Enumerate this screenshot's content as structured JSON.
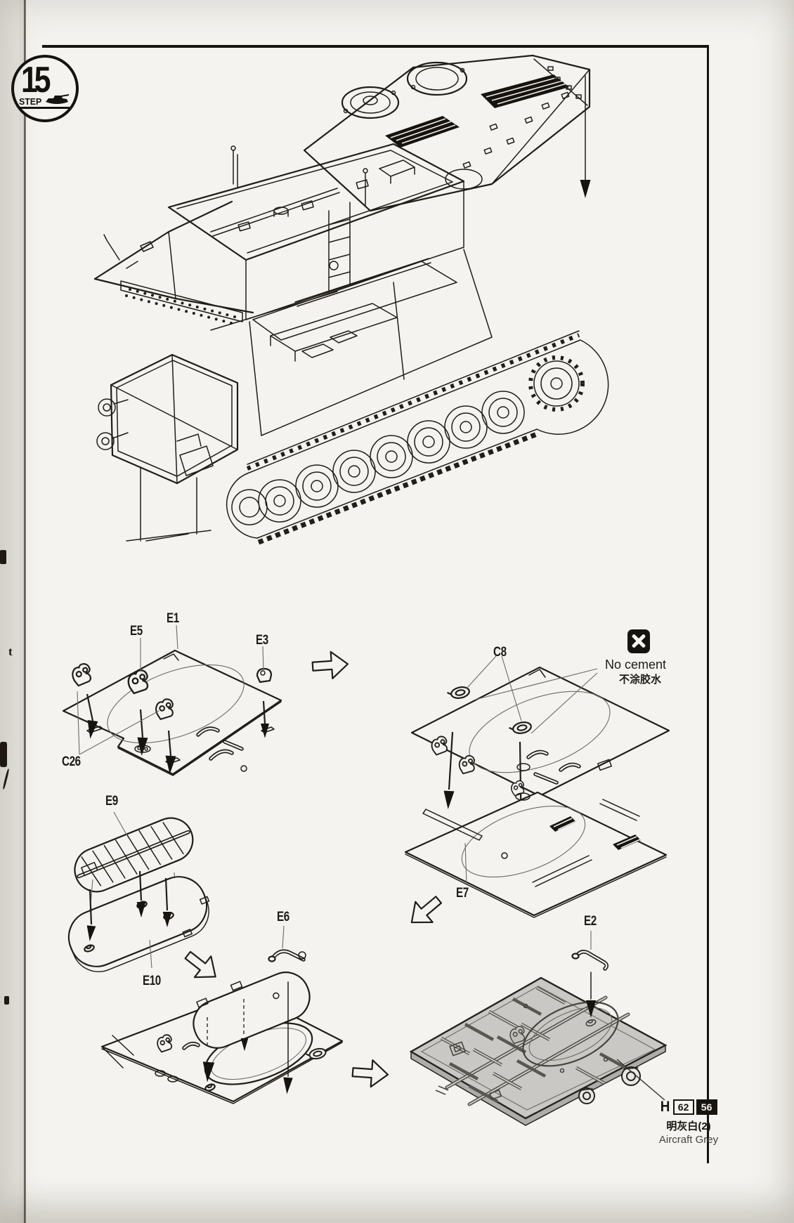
{
  "step_badge": {
    "number": "15",
    "label": "STEP"
  },
  "part_labels": {
    "e1": "E1",
    "e2": "E2",
    "e3": "E3",
    "e5": "E5",
    "e6": "E6",
    "e7": "E7",
    "e9": "E9",
    "e10": "E10",
    "c8": "C8",
    "c26": "C26"
  },
  "no_cement": {
    "en": "No cement",
    "zh": "不涂胶水"
  },
  "paint_callout": {
    "letter": "H",
    "code_left": "62",
    "code_right": "56",
    "name_zh": "明灰白(2)",
    "name_en": "Aircraft Grey"
  },
  "page_edge": {
    "fragment": "t"
  },
  "colors": {
    "paper": "#f4f3ef",
    "ink": "#1f1c18",
    "panel_gray": "#c9c8c4"
  }
}
